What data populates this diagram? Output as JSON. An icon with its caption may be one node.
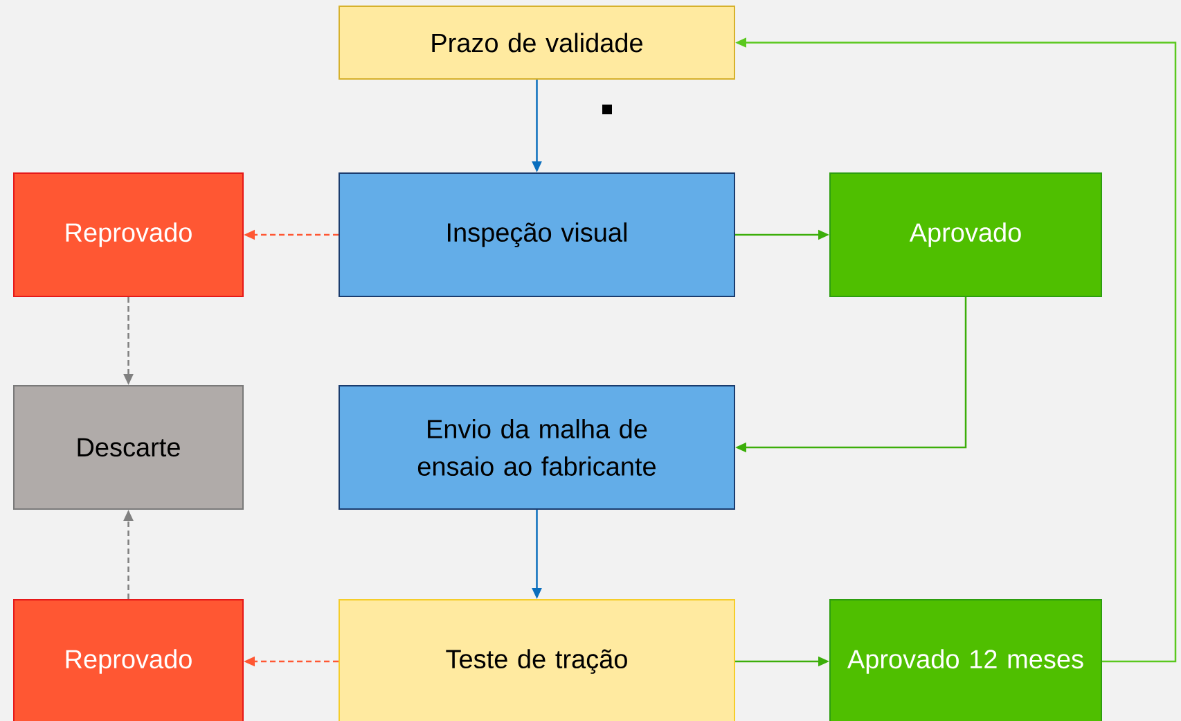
{
  "diagram": {
    "nodes": [
      {
        "text": [
          "Prazo de validade"
        ]
      },
      {
        "text": [
          "Reprovado"
        ]
      },
      {
        "text": [
          "Inspeção visual"
        ]
      },
      {
        "text": [
          "Aprovado"
        ]
      },
      {
        "text": [
          "Descarte"
        ]
      },
      {
        "text": [
          "Envio da malha de ensaio ao fabricante"
        ]
      },
      {
        "text": [
          "Reprovado"
        ]
      },
      {
        "text": [
          "Teste de tração"
        ]
      },
      {
        "text": [
          "Aprovado 12 meses"
        ]
      }
    ],
    "edges": [
      {
        "from": 0,
        "to": 2,
        "arrow": "to",
        "color": "#0a6ebd"
      },
      {
        "from": 2,
        "to": 1,
        "arrow": "to",
        "style": "dashed",
        "color": "#ff5733"
      },
      {
        "from": 2,
        "to": 3,
        "arrow": "to",
        "color": "#3cae0a"
      },
      {
        "from": 3,
        "to": 5,
        "arrow": "to",
        "color": "#3cae0a"
      },
      {
        "from": 1,
        "to": 4,
        "arrow": "to",
        "style": "dashed",
        "color": "#808080"
      },
      {
        "from": 5,
        "to": 7,
        "arrow": "to",
        "color": "#0a6ebd"
      },
      {
        "from": 7,
        "to": 6,
        "arrow": "to",
        "style": "dashed",
        "color": "#ff5733"
      },
      {
        "from": 7,
        "to": 8,
        "arrow": "to",
        "color": "#3cae0a"
      },
      {
        "from": 8,
        "to": 0,
        "arrow": "to",
        "color": "#5ac81e"
      },
      {
        "from": 6,
        "to": 4,
        "arrow": "to",
        "style": "dashed",
        "color": "#808080"
      }
    ]
  }
}
